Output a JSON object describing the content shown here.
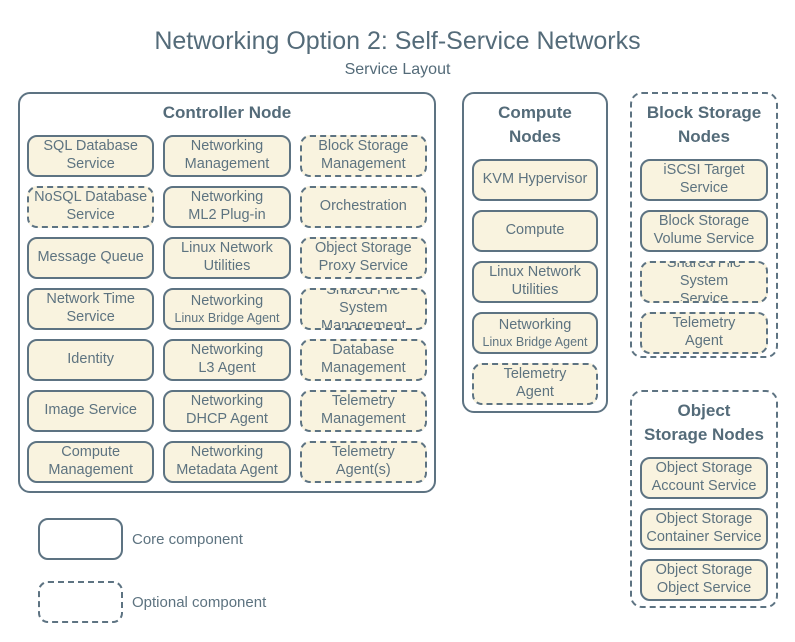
{
  "title": "Networking Option 2: Self-Service Networks",
  "subtitle": "Service Layout",
  "palette": {
    "fill": "#f9f3df",
    "stroke": "#5d7382",
    "text": "#5d7380",
    "heading": "#546b79",
    "background": "#ffffff"
  },
  "groups": [
    {
      "id": "controller",
      "title_lines": [
        "Controller Node"
      ],
      "border": "solid",
      "columns": 3,
      "services": [
        {
          "lines": [
            "SQL Database",
            "Service"
          ],
          "style": "solid"
        },
        {
          "lines": [
            "Networking",
            "Management"
          ],
          "style": "solid"
        },
        {
          "lines": [
            "Block Storage",
            "Management"
          ],
          "style": "dashed"
        },
        {
          "lines": [
            "NoSQL Database",
            "Service"
          ],
          "style": "dashed"
        },
        {
          "lines": [
            "Networking",
            "ML2 Plug-in"
          ],
          "style": "solid"
        },
        {
          "lines": [
            "Orchestration"
          ],
          "style": "dashed"
        },
        {
          "lines": [
            "Message Queue"
          ],
          "style": "solid"
        },
        {
          "lines": [
            "Linux Network",
            "Utilities"
          ],
          "style": "solid"
        },
        {
          "lines": [
            "Object Storage",
            "Proxy Service"
          ],
          "style": "dashed"
        },
        {
          "lines": [
            "Network Time",
            "Service"
          ],
          "style": "solid"
        },
        {
          "lines": [
            "Networking",
            "Linux Bridge Agent"
          ],
          "style": "solid",
          "small": true
        },
        {
          "lines": [
            "Shared File System",
            "Management"
          ],
          "style": "dashed"
        },
        {
          "lines": [
            "Identity"
          ],
          "style": "solid"
        },
        {
          "lines": [
            "Networking",
            "L3 Agent"
          ],
          "style": "solid"
        },
        {
          "lines": [
            "Database",
            "Management"
          ],
          "style": "dashed"
        },
        {
          "lines": [
            "Image Service"
          ],
          "style": "solid"
        },
        {
          "lines": [
            "Networking",
            "DHCP Agent"
          ],
          "style": "solid"
        },
        {
          "lines": [
            "Telemetry",
            "Management"
          ],
          "style": "dashed"
        },
        {
          "lines": [
            "Compute",
            "Management"
          ],
          "style": "solid"
        },
        {
          "lines": [
            "Networking",
            "Metadata Agent"
          ],
          "style": "solid"
        },
        {
          "lines": [
            "Telemetry",
            "Agent(s)"
          ],
          "style": "dashed"
        }
      ]
    },
    {
      "id": "compute",
      "title_lines": [
        "Compute",
        "Nodes"
      ],
      "border": "solid",
      "columns": 1,
      "services": [
        {
          "lines": [
            "KVM Hypervisor"
          ],
          "style": "solid"
        },
        {
          "lines": [
            "Compute"
          ],
          "style": "solid"
        },
        {
          "lines": [
            "Linux Network",
            "Utilities"
          ],
          "style": "solid"
        },
        {
          "lines": [
            "Networking",
            "Linux Bridge Agent"
          ],
          "style": "solid",
          "small": true
        },
        {
          "lines": [
            "Telemetry",
            "Agent"
          ],
          "style": "dashed"
        }
      ]
    },
    {
      "id": "block-storage",
      "title_lines": [
        "Block Storage",
        "Nodes"
      ],
      "border": "dashed",
      "columns": 1,
      "services": [
        {
          "lines": [
            "iSCSI Target",
            "Service"
          ],
          "style": "solid"
        },
        {
          "lines": [
            "Block Storage",
            "Volume Service"
          ],
          "style": "solid"
        },
        {
          "lines": [
            "Shared File System",
            "Service"
          ],
          "style": "dashed"
        },
        {
          "lines": [
            "Telemetry",
            "Agent"
          ],
          "style": "dashed"
        }
      ]
    },
    {
      "id": "object-storage",
      "title_lines": [
        "Object",
        "Storage Nodes"
      ],
      "border": "dashed",
      "columns": 1,
      "services": [
        {
          "lines": [
            "Object Storage",
            "Account Service"
          ],
          "style": "solid"
        },
        {
          "lines": [
            "Object Storage",
            "Container Service"
          ],
          "style": "solid"
        },
        {
          "lines": [
            "Object Storage",
            "Object Service"
          ],
          "style": "solid"
        }
      ]
    }
  ],
  "legend": [
    {
      "style": "solid",
      "label": "Core component"
    },
    {
      "style": "dashed",
      "label": "Optional component"
    }
  ]
}
